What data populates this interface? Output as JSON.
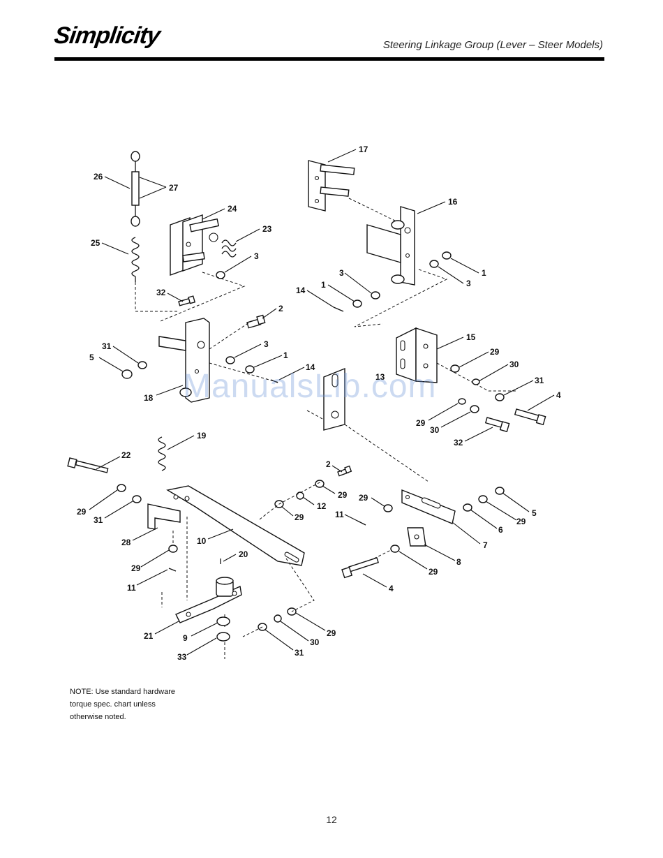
{
  "header": {
    "brand": "Simplicity",
    "title": "Steering Linkage Group (Lever – Steer Models)"
  },
  "callouts": [
    {
      "id": "c17",
      "label": "17"
    },
    {
      "id": "c26",
      "label": "26"
    },
    {
      "id": "c27",
      "label": "27"
    },
    {
      "id": "c24",
      "label": "24"
    },
    {
      "id": "c16",
      "label": "16"
    },
    {
      "id": "c23",
      "label": "23"
    },
    {
      "id": "c25",
      "label": "25"
    },
    {
      "id": "c3a",
      "label": "3"
    },
    {
      "id": "c1a",
      "label": "1"
    },
    {
      "id": "c3b",
      "label": "3"
    },
    {
      "id": "c1b",
      "label": "1"
    },
    {
      "id": "c3c",
      "label": "3"
    },
    {
      "id": "c14a",
      "label": "14"
    },
    {
      "id": "c32a",
      "label": "32"
    },
    {
      "id": "c2a",
      "label": "2"
    },
    {
      "id": "c15",
      "label": "15"
    },
    {
      "id": "c31a",
      "label": "31"
    },
    {
      "id": "c3d",
      "label": "3"
    },
    {
      "id": "c29a",
      "label": "29"
    },
    {
      "id": "c5a",
      "label": "5"
    },
    {
      "id": "c1c",
      "label": "1"
    },
    {
      "id": "c30a",
      "label": "30"
    },
    {
      "id": "c14b",
      "label": "14"
    },
    {
      "id": "c13",
      "label": "13"
    },
    {
      "id": "c31b",
      "label": "31"
    },
    {
      "id": "c18",
      "label": "18"
    },
    {
      "id": "c4a",
      "label": "4"
    },
    {
      "id": "c29b",
      "label": "29"
    },
    {
      "id": "c30b",
      "label": "30"
    },
    {
      "id": "c32b",
      "label": "32"
    },
    {
      "id": "c19",
      "label": "19"
    },
    {
      "id": "c22",
      "label": "22"
    },
    {
      "id": "c2b",
      "label": "2"
    },
    {
      "id": "c29c",
      "label": "29"
    },
    {
      "id": "c29d",
      "label": "29"
    },
    {
      "id": "c5b",
      "label": "5"
    },
    {
      "id": "c29e",
      "label": "29"
    },
    {
      "id": "c31c",
      "label": "31"
    },
    {
      "id": "c12",
      "label": "12"
    },
    {
      "id": "c29f",
      "label": "29"
    },
    {
      "id": "c11a",
      "label": "11"
    },
    {
      "id": "c6",
      "label": "6"
    },
    {
      "id": "c29g",
      "label": "29"
    },
    {
      "id": "c28",
      "label": "28"
    },
    {
      "id": "c10",
      "label": "10"
    },
    {
      "id": "c7",
      "label": "7"
    },
    {
      "id": "c20",
      "label": "20"
    },
    {
      "id": "c8",
      "label": "8"
    },
    {
      "id": "c29h",
      "label": "29"
    },
    {
      "id": "c11b",
      "label": "11"
    },
    {
      "id": "c29i",
      "label": "29"
    },
    {
      "id": "c4b",
      "label": "4"
    },
    {
      "id": "c29j",
      "label": "29"
    },
    {
      "id": "c21",
      "label": "21"
    },
    {
      "id": "c9",
      "label": "9"
    },
    {
      "id": "c30c",
      "label": "30"
    },
    {
      "id": "c31d",
      "label": "31"
    },
    {
      "id": "c33",
      "label": "33"
    }
  ],
  "note": {
    "line1": "NOTE: Use standard hardware",
    "line2": "torque spec. chart unless",
    "line3": "otherwise noted."
  },
  "watermark": "ManualsLib.com",
  "page_number": "12"
}
